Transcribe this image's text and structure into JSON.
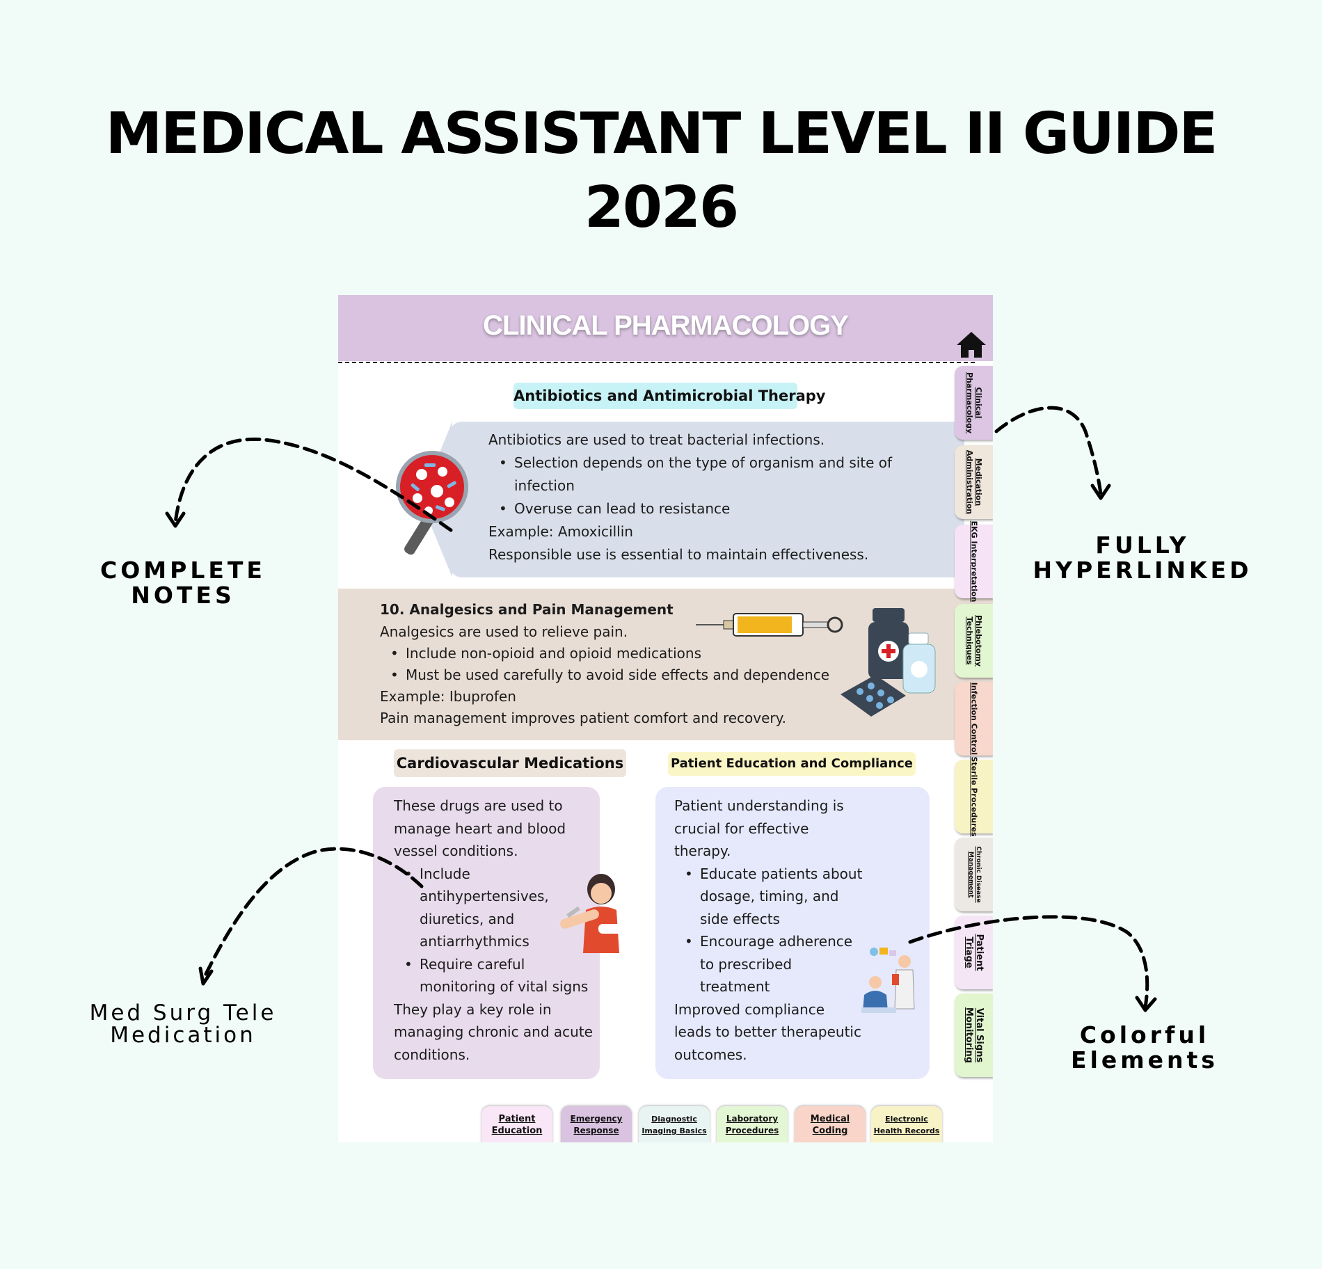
{
  "title": {
    "line1": "MEDICAL ASSISTANT LEVEL II GUIDE",
    "line2": "2026"
  },
  "callouts": {
    "complete_notes": [
      "COMPLETE",
      "NOTES"
    ],
    "fully_hyperlinked": [
      "FULLY",
      "HYPERLINKED"
    ],
    "med_surg": [
      "Med Surg Tele",
      "Medication"
    ],
    "colorful": [
      "Colorful",
      "Elements"
    ]
  },
  "page": {
    "header_title": "CLINICAL PHARMACOLOGY",
    "home_icon": "home-icon",
    "antibiotics": {
      "heading": "Antibiotics and Antimicrobial Therapy",
      "intro": "Antibiotics are used to treat bacterial infections.",
      "bullets": [
        "Selection depends on the type of organism and site of",
        "infection",
        "Overuse can lead to resistance"
      ],
      "example": "Example: Amoxicillin",
      "closing": "Responsible use is essential to maintain effectiveness."
    },
    "analgesics": {
      "heading": "10. Analgesics and Pain Management",
      "intro": "Analgesics are used to relieve pain.",
      "bullets": [
        "Include non-opioid and opioid medications",
        "Must be used carefully to avoid side effects and dependence"
      ],
      "example": "Example: Ibuprofen",
      "closing": "Pain management improves patient comfort and recovery."
    },
    "cardio": {
      "heading": "Cardiovascular Medications",
      "lines": [
        "These drugs are used to",
        "manage heart and blood",
        "vessel conditions."
      ],
      "bullet1": [
        "Include",
        "antihypertensives,",
        "diuretics, and",
        "antiarrhythmics"
      ],
      "bullet2": [
        "Require careful",
        "monitoring of vital signs"
      ],
      "closing": [
        "They play a key role in",
        "managing chronic and acute",
        "conditions."
      ]
    },
    "education": {
      "heading": "Patient Education and Compliance",
      "lines": [
        "Patient understanding is",
        "crucial for effective",
        "therapy."
      ],
      "bullet1": [
        "Educate patients about",
        "dosage, timing, and",
        "side effects"
      ],
      "bullet2": [
        "Encourage adherence",
        "to prescribed",
        "treatment"
      ],
      "closing": [
        "Improved compliance",
        "leads to better therapeutic",
        "outcomes."
      ]
    },
    "side_tabs": [
      {
        "label": "Clinical Pharmacology",
        "color": "#dcc6e3"
      },
      {
        "label": "Medication Administration",
        "color": "#efe6dc"
      },
      {
        "label": "EKG Interpretation",
        "color": "#f6e4f6"
      },
      {
        "label": "Phlebotomy Techniques",
        "color": "#e3f6d2"
      },
      {
        "label": "Infection Control",
        "color": "#f8d7cc"
      },
      {
        "label": "Sterile Procedures",
        "color": "#f8f3c4"
      },
      {
        "label": "Chronic Disease Management",
        "color": "#ece9e4"
      },
      {
        "label": "Patient Triage",
        "color": "#f5e6f6"
      },
      {
        "label": "Vital Signs Monitoring",
        "color": "#e1f5cf"
      }
    ],
    "bottom_tabs": [
      {
        "label": "Patient Education",
        "color": "#f9e6f7"
      },
      {
        "label": "Emergency Response",
        "color": "#d9c3e0"
      },
      {
        "label": "Diagnostic Imaging Basics",
        "color": "#e8f4f1"
      },
      {
        "label": "Laboratory Procedures",
        "color": "#e4f7d4"
      },
      {
        "label": "Medical Coding",
        "color": "#f8d5c8"
      },
      {
        "label": "Electronic Health Records",
        "color": "#f7f3c6"
      }
    ]
  }
}
